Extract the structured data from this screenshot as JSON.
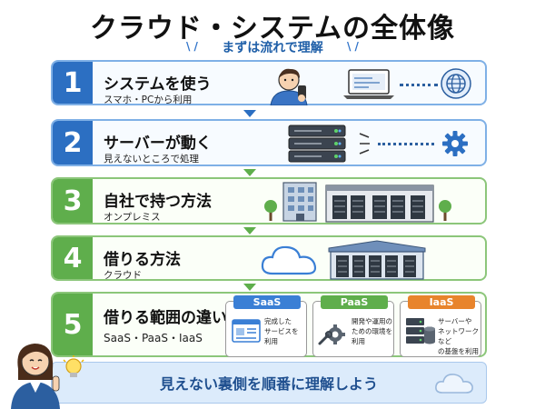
{
  "header": {
    "title": "クラウド・システムの全体像",
    "subtitle": "まずは流れで理解"
  },
  "steps": [
    {
      "number": "1",
      "title": "システムを使う",
      "subtitle": "スマホ・PCから利用",
      "color": "blue"
    },
    {
      "number": "2",
      "title": "サーバーが動く",
      "subtitle": "見えないところで処理",
      "color": "blue"
    },
    {
      "number": "3",
      "title": "自社で持つ方法",
      "subtitle": "オンプレミス",
      "color": "green"
    },
    {
      "number": "4",
      "title": "借りる方法",
      "subtitle": "クラウド",
      "color": "green"
    },
    {
      "number": "5",
      "title": "借りる範囲の違い",
      "subtitle": "SaaS・PaaS・IaaS",
      "color": "green"
    }
  ],
  "service_models": [
    {
      "name": "SaaS",
      "description": [
        "完成した",
        "サービスを",
        "利用"
      ],
      "color": "#3a7fd5",
      "icon": "browser-window-icon"
    },
    {
      "name": "PaaS",
      "description": [
        "開発や運用の",
        "ための環境を",
        "利用"
      ],
      "color": "#5fae4c",
      "icon": "gear-wrench-icon"
    },
    {
      "name": "IaaS",
      "description": [
        "サーバーや",
        "ネットワークなど",
        "の基盤を利用"
      ],
      "color": "#e8842c",
      "icon": "server-database-icon"
    }
  ],
  "footer": {
    "message": "見えない裏側を順番に理解しよう"
  },
  "colors": {
    "blue": "#2c6fc2",
    "green": "#5fae4c",
    "orange": "#e8842c",
    "title": "#111111"
  }
}
